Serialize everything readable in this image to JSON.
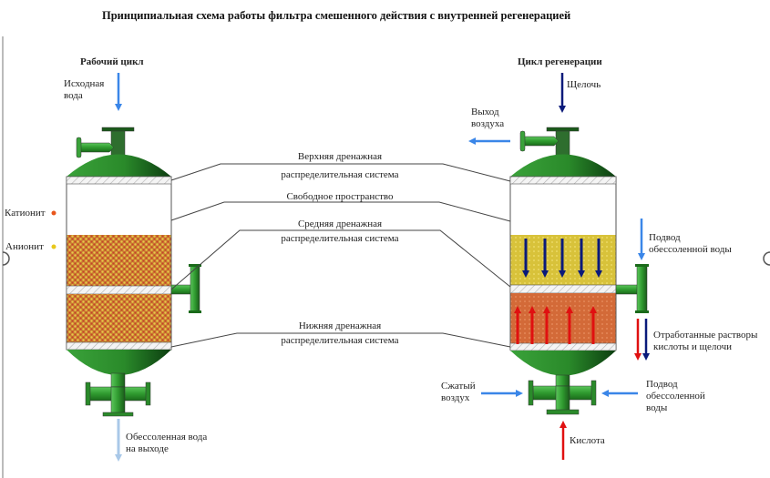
{
  "title": "Принципиальная схема работы фильтра смешенного действия с внутренней регенерацией",
  "left_filter": {
    "cycle_label": "Рабочий цикл",
    "inlet_label": [
      "Исходная",
      "вода"
    ],
    "outlet_label": [
      "Обессоленная вода",
      "на выходе"
    ],
    "legend": [
      {
        "label": "Катионит",
        "color": "#e8561c"
      },
      {
        "label": "Анионит",
        "color": "#e8c81c"
      }
    ]
  },
  "right_filter": {
    "cycle_label": "Цикл регенерации",
    "alkali_label": "Щелочь",
    "air_out_label": [
      "Выход",
      "воздуха"
    ],
    "demin_in_top_label": [
      "Подвод",
      "обессоленной воды"
    ],
    "spent_label": [
      "Отработанные растворы",
      "кислоты и щелочи"
    ],
    "compressed_air_label": [
      "Сжатый",
      "воздух"
    ],
    "demin_in_bottom_label": [
      "Подвод",
      "обессоленной",
      "воды"
    ],
    "acid_label": "Кислота"
  },
  "callouts": {
    "upper_drain": [
      "Верхняя дренажная",
      "распределительная система"
    ],
    "free_space": "Свободное пространство",
    "middle_drain": [
      "Средняя дренажная",
      "распределительная система"
    ],
    "lower_drain": [
      "Нижняя дренажная",
      "распределительная система"
    ]
  },
  "colors": {
    "vessel_green": "#2e8b2e",
    "vessel_dark": "#0f4d14",
    "arrow_blue": "#3a86e8",
    "arrow_navy": "#0a1a7a",
    "arrow_red": "#e01010",
    "arrow_lightblue": "#a9c8e8",
    "resin_mix": "#c8742c",
    "resin_anion": "#d8c23a",
    "resin_cation": "#d0703a"
  }
}
